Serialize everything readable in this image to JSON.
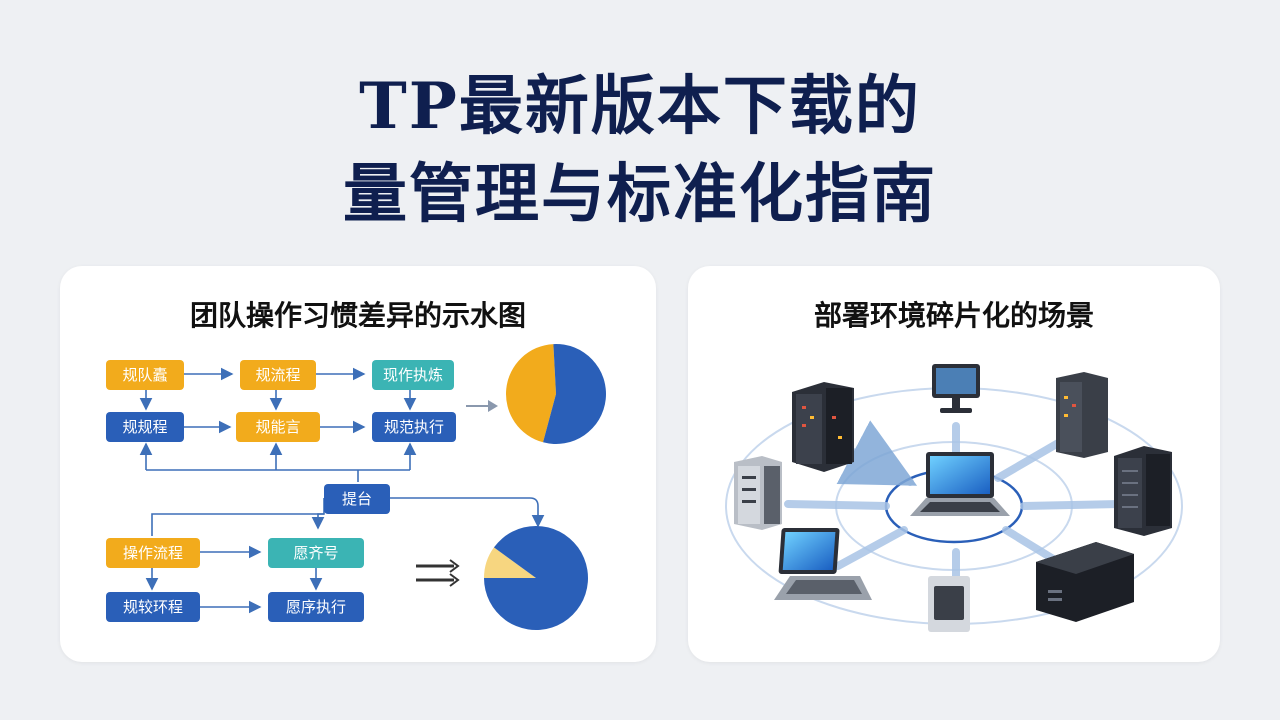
{
  "title": {
    "line1": "TP最新版本下载的",
    "line2": "量管理与标准化指南"
  },
  "left_panel": {
    "title": "团队操作习惯差异的示水图",
    "nodes": {
      "n1": "规队蠹",
      "n2": "规流程",
      "n3": "现作执炼",
      "n4": "规规程",
      "n5": "规能言",
      "n6": "规范执行",
      "n7": "提台",
      "n8": "操作流程",
      "n9": "愿齐号",
      "n10": "规较环程",
      "n11": "愿序执行"
    },
    "pie_top": {
      "orange_fraction": 0.45
    },
    "pie_bottom": {
      "orange_fraction": 0.1
    },
    "colors": {
      "orange": "#f2ab1c",
      "blue": "#2a5fb8",
      "teal": "#3bb4b4",
      "light_orange": "#f7d680"
    }
  },
  "right_panel": {
    "title": "部署环境碎片化的场景",
    "devices": [
      "server-rack-icon",
      "monitor-icon",
      "server-tower-icon",
      "small-server-icon",
      "laptop-icon",
      "server-stack-icon",
      "laptop-icon",
      "storage-box-icon",
      "black-box-icon"
    ]
  }
}
